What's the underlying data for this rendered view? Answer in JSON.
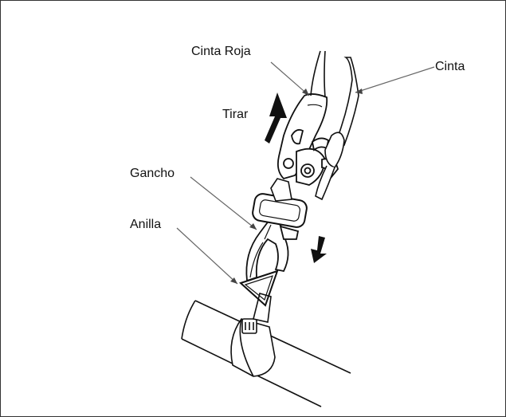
{
  "labels": {
    "cinta_roja": "Cinta Roja",
    "cinta": "Cinta",
    "tirar": "Tirar",
    "gancho": "Gancho",
    "anilla": "Anilla"
  }
}
